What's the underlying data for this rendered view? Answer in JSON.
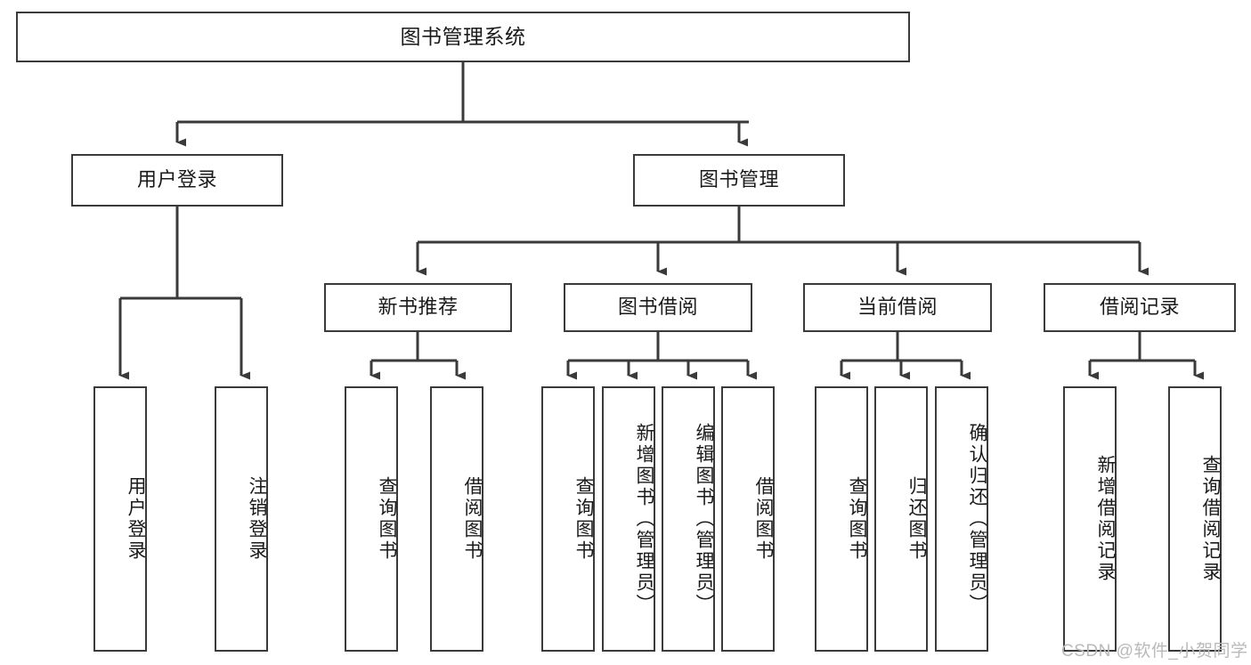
{
  "diagram": {
    "title": "图书管理系统",
    "type": "function-structure-tree",
    "watermark": "CSDN @软件_小贺同学",
    "colors": {
      "box_border": "#3a3a3a",
      "box_fill": "#ffffff",
      "edge": "#3a3a3a",
      "text": "#1a1a1a",
      "watermark": "#b9b9b9",
      "background": "#ffffff"
    },
    "nodes": {
      "root": {
        "label": "图书管理系统"
      },
      "level1": [
        {
          "id": "user-login",
          "label": "用户登录"
        },
        {
          "id": "book-management",
          "label": "图书管理"
        }
      ],
      "level2": [
        {
          "id": "new-book-recommend",
          "label": "新书推荐"
        },
        {
          "id": "book-borrow",
          "label": "图书借阅"
        },
        {
          "id": "current-borrow",
          "label": "当前借阅"
        },
        {
          "id": "borrow-record",
          "label": "借阅记录"
        }
      ],
      "leaves": {
        "user_login": [
          {
            "id": "leaf-user-login",
            "label": "用户登录"
          },
          {
            "id": "leaf-logout",
            "label": "注销登录"
          }
        ],
        "new_book_recommend": [
          {
            "id": "leaf-query-book-1",
            "label": "查询图书"
          },
          {
            "id": "leaf-borrow-book-1",
            "label": "借阅图书"
          }
        ],
        "book_borrow": [
          {
            "id": "leaf-query-book-2",
            "label": "查询图书"
          },
          {
            "id": "leaf-add-book",
            "label": "新增图书（管理员）"
          },
          {
            "id": "leaf-edit-book",
            "label": "编辑图书（管理员）"
          },
          {
            "id": "leaf-borrow-book-2",
            "label": "借阅图书"
          }
        ],
        "current_borrow": [
          {
            "id": "leaf-query-book-3",
            "label": "查询图书"
          },
          {
            "id": "leaf-return-book",
            "label": "归还图书"
          },
          {
            "id": "leaf-confirm-return",
            "label": "确认归还（管理员）"
          }
        ],
        "borrow_record": [
          {
            "id": "leaf-add-record",
            "label": "新增借阅记录"
          },
          {
            "id": "leaf-query-record",
            "label": "查询借阅记录"
          }
        ]
      }
    }
  }
}
